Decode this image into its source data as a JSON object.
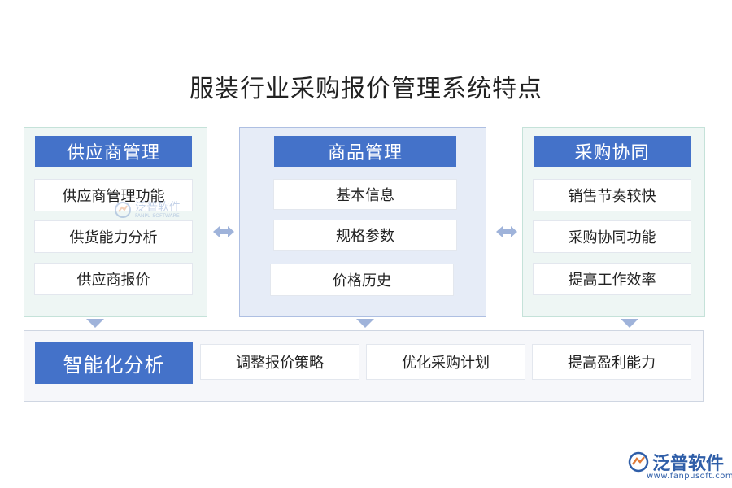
{
  "title": "服装行业采购报价管理系统特点",
  "supplier": {
    "header": "供应商管理",
    "items": [
      "供应商管理功能",
      "供货能力分析",
      "供应商报价"
    ]
  },
  "product": {
    "header": "商品管理",
    "items": [
      "基本信息",
      "规格参数",
      "价格历史"
    ]
  },
  "collab": {
    "header": "采购协同",
    "items": [
      "销售节奏较快",
      "采购协同功能",
      "提高工作效率"
    ]
  },
  "analysis": {
    "header": "智能化分析",
    "items": [
      "调整报价策略",
      "优化采购计划",
      "提高盈利能力"
    ]
  },
  "watermark": {
    "text": "泛普软件",
    "sub": "FANPU SOFTWARE"
  },
  "logo": {
    "text": "泛普软件",
    "url": "www.fanpusoft.com"
  },
  "colors": {
    "accent": "#4472c9",
    "arrow": "#9fb3da"
  }
}
